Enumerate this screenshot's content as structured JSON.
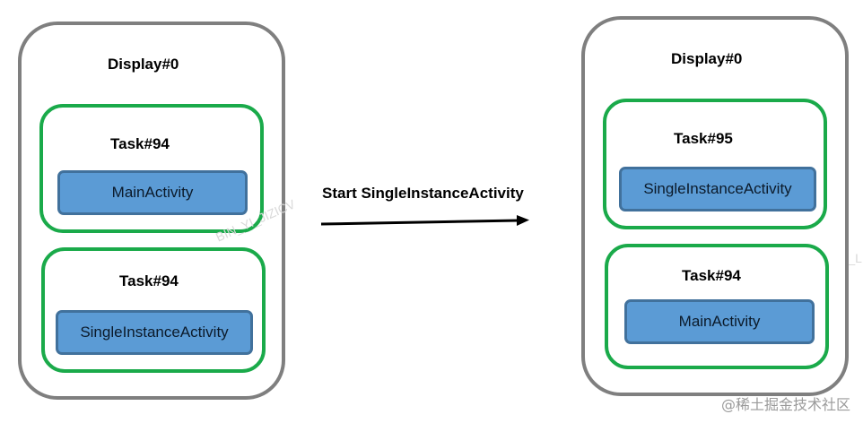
{
  "left": {
    "display_label": "Display#0",
    "top_task": {
      "label": "Task#94",
      "activity": "MainActivity"
    },
    "bottom_task": {
      "label": "Task#94",
      "activity": "SingleInstanceActivity"
    }
  },
  "transition": {
    "label": "Start SingleInstanceActivity"
  },
  "right": {
    "display_label": "Display#0",
    "top_task": {
      "label": "Task#95",
      "activity": "SingleInstanceActivity"
    },
    "bottom_task": {
      "label": "Task#94",
      "activity": "MainActivity"
    }
  },
  "watermarks": {
    "left": "BIN_YI_JIZICV",
    "right": "BIN_L"
  },
  "footer": {
    "credit": "@稀土掘金技术社区"
  },
  "colors": {
    "display_border": "#7f7f7f",
    "task_border": "#1aaa4a",
    "activity_fill": "#5b9bd5",
    "activity_border": "#41719c",
    "arrow": "#000000"
  }
}
